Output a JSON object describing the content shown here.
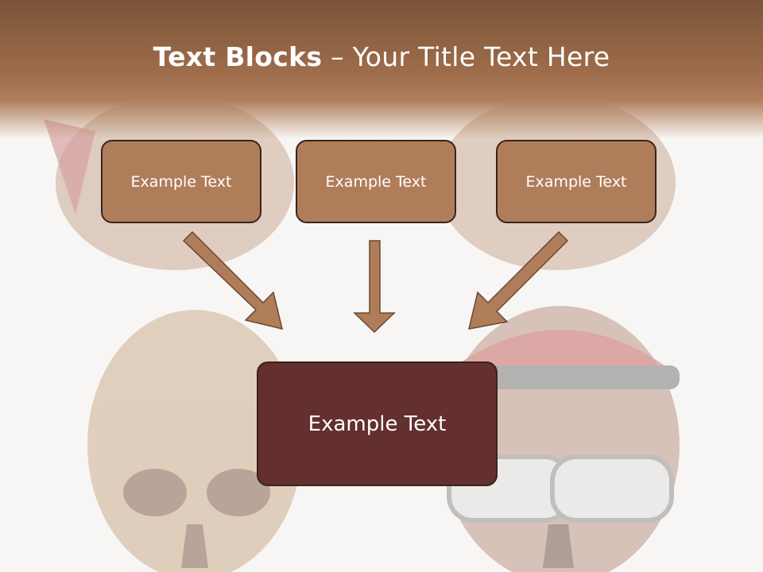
{
  "slide": {
    "title_bold": "Text Blocks",
    "title_dash": " – ",
    "title_rest": "Your Title Text Here"
  },
  "diagram": {
    "top_boxes": [
      {
        "label": "Example Text"
      },
      {
        "label": "Example Text"
      },
      {
        "label": "Example Text"
      }
    ],
    "main_box": {
      "label": "Example Text"
    }
  },
  "colors": {
    "header": "#7a5438",
    "top_box_fill": "#b07d5b",
    "main_box_fill": "#642f2f",
    "arrow_fill": "#b07d5b",
    "border": "#3a2418"
  },
  "decor": {
    "background": "skulls-image"
  }
}
